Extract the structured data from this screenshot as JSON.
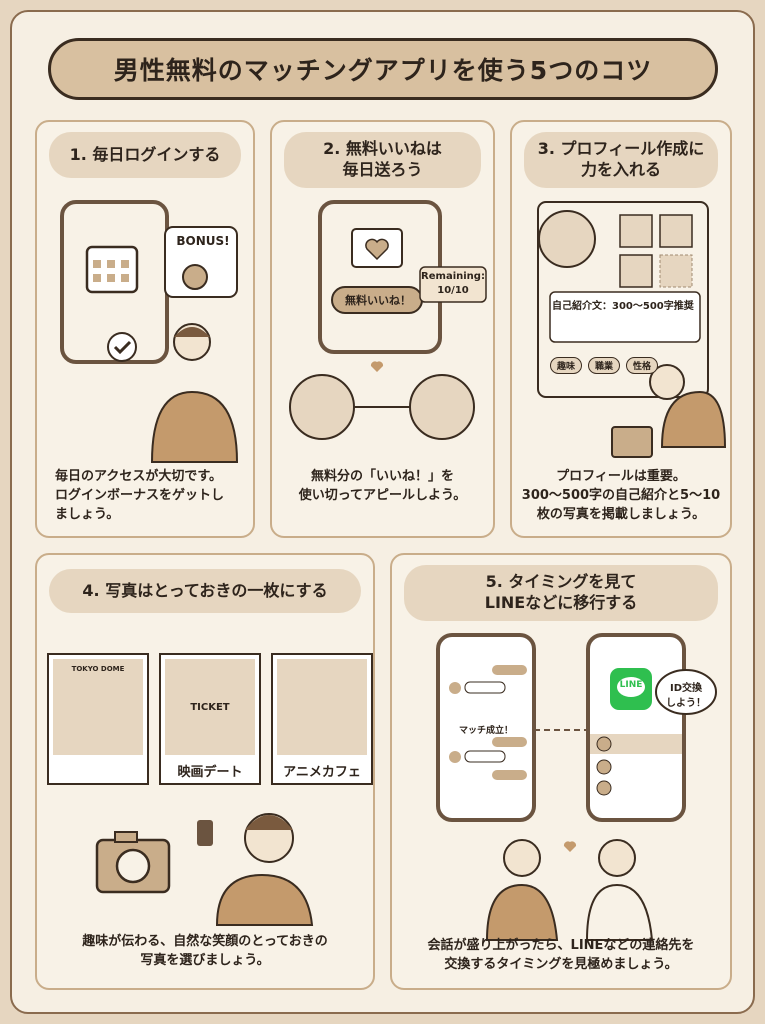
{
  "title": "男性無料のマッチングアプリを使う5つのコツ",
  "colors": {
    "background": "#f6efe3",
    "accent": "#d8c0a0",
    "outline": "#3a2c20",
    "line_green": "#2fbf4f"
  },
  "tips": [
    {
      "heading": "1. 毎日ログインする",
      "description": "毎日のアクセスが大切です。\nログインボーナスをゲットし\nましょう。",
      "bonus": "BONUS!"
    },
    {
      "heading": "2. 無料いいねは\n毎日送ろう",
      "description": "無料分の「いいね！」を\n使い切ってアピールしよう。",
      "button": "無料いいね！",
      "remaining_label": "Remaining:",
      "remaining_value": "10/10"
    },
    {
      "heading": "3. プロフィール作成に\n力を入れる",
      "description": "プロフィールは重要。\n300～500字の自己紹介と5～10\n枚の写真を掲載しましょう。",
      "intro_field": "自己紹介文：300～500字推奨",
      "tags": [
        "趣味",
        "職業",
        "性格"
      ]
    },
    {
      "heading": "4. 写真はとっておきの一枚にする",
      "description": "趣味が伝わる、自然な笑顔のとっておきの\n写真を選びましょう。",
      "photos": [
        {
          "sign": "TOKYO DOME",
          "caption": ""
        },
        {
          "sign": "TICKET",
          "caption": "映画デート"
        },
        {
          "sign": "",
          "caption": "アニメカフェ"
        }
      ]
    },
    {
      "heading": "5. タイミングを見て\nLINEなどに移行する",
      "description": "会話が盛り上がったら、LINEなどの連絡先を\n交換するタイミングを見極めましょう。",
      "match_text": "マッチ成立！",
      "line_logo": "LINE",
      "bubble": "ID交換\nしよう！"
    }
  ]
}
